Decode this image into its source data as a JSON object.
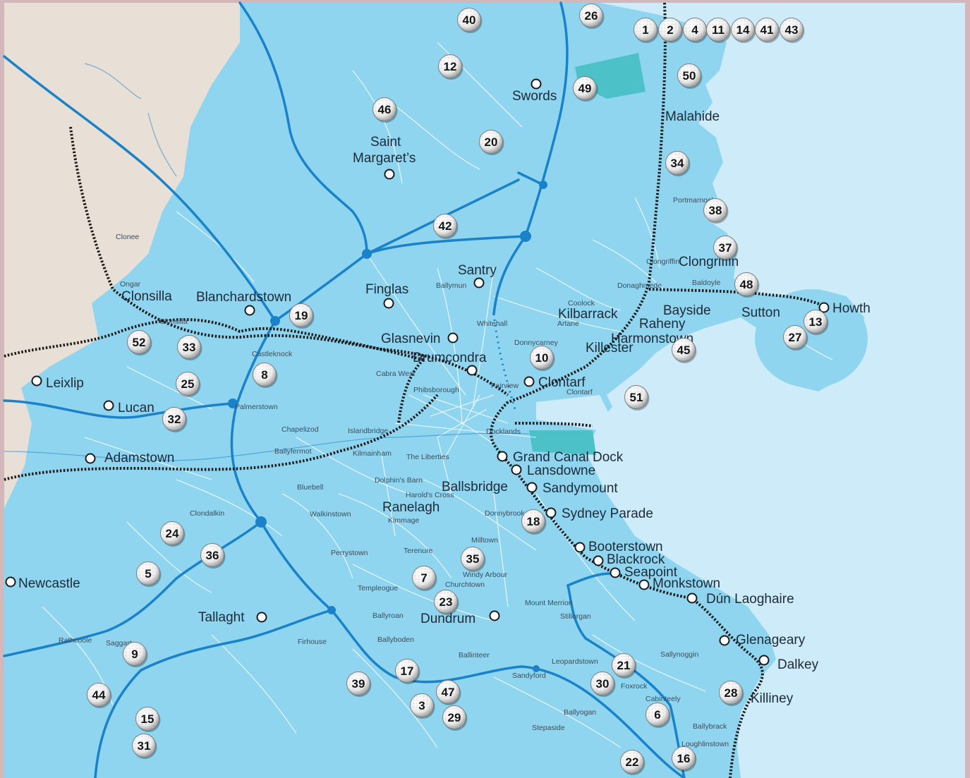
{
  "colors": {
    "sea": "#cdebf8",
    "land_inland": "#e8dfd6",
    "county": "#8fd5ef",
    "roads": "#1a82c8",
    "streets": "#ffffff",
    "rail": "#1b1b1b",
    "estuary": "#4cc2c8",
    "border": "#d3b7bb"
  },
  "towns": [
    {
      "name": "Swords"
    },
    {
      "name": "Saint\nMargaret’s"
    },
    {
      "name": "Malahide"
    },
    {
      "name": "Clongriffin"
    },
    {
      "name": "Santry"
    },
    {
      "name": "Finglas"
    },
    {
      "name": "Clonsilla"
    },
    {
      "name": "Blanchardstown"
    },
    {
      "name": "Kilbarrack"
    },
    {
      "name": "Bayside"
    },
    {
      "name": "Sutton"
    },
    {
      "name": "Howth"
    },
    {
      "name": "Raheny"
    },
    {
      "name": "Harmonstown"
    },
    {
      "name": "Killester"
    },
    {
      "name": "Glasnevin"
    },
    {
      "name": "Drumcondra"
    },
    {
      "name": "Clontarf"
    },
    {
      "name": "Leixlip"
    },
    {
      "name": "Lucan"
    },
    {
      "name": "Adamstown"
    },
    {
      "name": "Grand Canal Dock"
    },
    {
      "name": "Lansdowne"
    },
    {
      "name": "Ballsbridge"
    },
    {
      "name": "Sandymount"
    },
    {
      "name": "Ranelagh"
    },
    {
      "name": "Sydney Parade"
    },
    {
      "name": "Booterstown"
    },
    {
      "name": "Blackrock"
    },
    {
      "name": "Seapoint"
    },
    {
      "name": "Monkstown"
    },
    {
      "name": "Dún Laoghaire"
    },
    {
      "name": "Newcastle"
    },
    {
      "name": "Tallaght"
    },
    {
      "name": "Dundrum"
    },
    {
      "name": "Glenageary"
    },
    {
      "name": "Dalkey"
    },
    {
      "name": "Killiney"
    }
  ],
  "places": [
    "Clonee",
    "Ongar",
    "Clonsilla",
    "Castleknock",
    "Palmerstown",
    "Chapelizod",
    "Ballyfermot",
    "Islandbridge",
    "Kilmainham",
    "The Liberties",
    "Phibsborough",
    "Cabra West",
    "Ballymun",
    "Whitehall",
    "Coolock",
    "Artane",
    "Donnycarney",
    "Fairview",
    "Clontarf",
    "Docklands",
    "Donaghmede",
    "Baldoyle",
    "Clongriffin",
    "Portmarnock",
    "Bluebell",
    "Dolphin's Barn",
    "Harold's Cross",
    "Kimmage",
    "Clondalkin",
    "Walkinstown",
    "Perrystown",
    "Terenure",
    "Templeogue",
    "Churchtown",
    "Windy Arbour",
    "Milltown",
    "Donnybrook",
    "Mount Merrion",
    "Stillorgan",
    "Ballyroan",
    "Ballyboden",
    "Firhouse",
    "Rathcoole",
    "Saggart",
    "Ballinteer",
    "Sandyford",
    "Leopardstown",
    "Foxrock",
    "Cabinteely",
    "Sallynoggin",
    "Ballybrack",
    "Loughlinstown",
    "Ballyogan",
    "Stepaside"
  ],
  "golf_courses": [
    {
      "number": "40"
    },
    {
      "number": "26"
    },
    {
      "number": "1"
    },
    {
      "number": "2"
    },
    {
      "number": "4"
    },
    {
      "number": "11"
    },
    {
      "number": "14"
    },
    {
      "number": "41"
    },
    {
      "number": "43"
    },
    {
      "number": "12"
    },
    {
      "number": "50"
    },
    {
      "number": "49"
    },
    {
      "number": "46"
    },
    {
      "number": "20"
    },
    {
      "number": "34"
    },
    {
      "number": "38"
    },
    {
      "number": "42"
    },
    {
      "number": "37"
    },
    {
      "number": "48"
    },
    {
      "number": "19"
    },
    {
      "number": "13"
    },
    {
      "number": "27"
    },
    {
      "number": "52"
    },
    {
      "number": "33"
    },
    {
      "number": "45"
    },
    {
      "number": "10"
    },
    {
      "number": "8"
    },
    {
      "number": "25"
    },
    {
      "number": "51"
    },
    {
      "number": "32"
    },
    {
      "number": "18"
    },
    {
      "number": "24"
    },
    {
      "number": "36"
    },
    {
      "number": "35"
    },
    {
      "number": "5"
    },
    {
      "number": "7"
    },
    {
      "number": "23"
    },
    {
      "number": "9"
    },
    {
      "number": "21"
    },
    {
      "number": "17"
    },
    {
      "number": "39"
    },
    {
      "number": "30"
    },
    {
      "number": "47"
    },
    {
      "number": "44"
    },
    {
      "number": "28"
    },
    {
      "number": "3"
    },
    {
      "number": "29"
    },
    {
      "number": "6"
    },
    {
      "number": "15"
    },
    {
      "number": "31"
    },
    {
      "number": "22"
    },
    {
      "number": "16"
    }
  ]
}
